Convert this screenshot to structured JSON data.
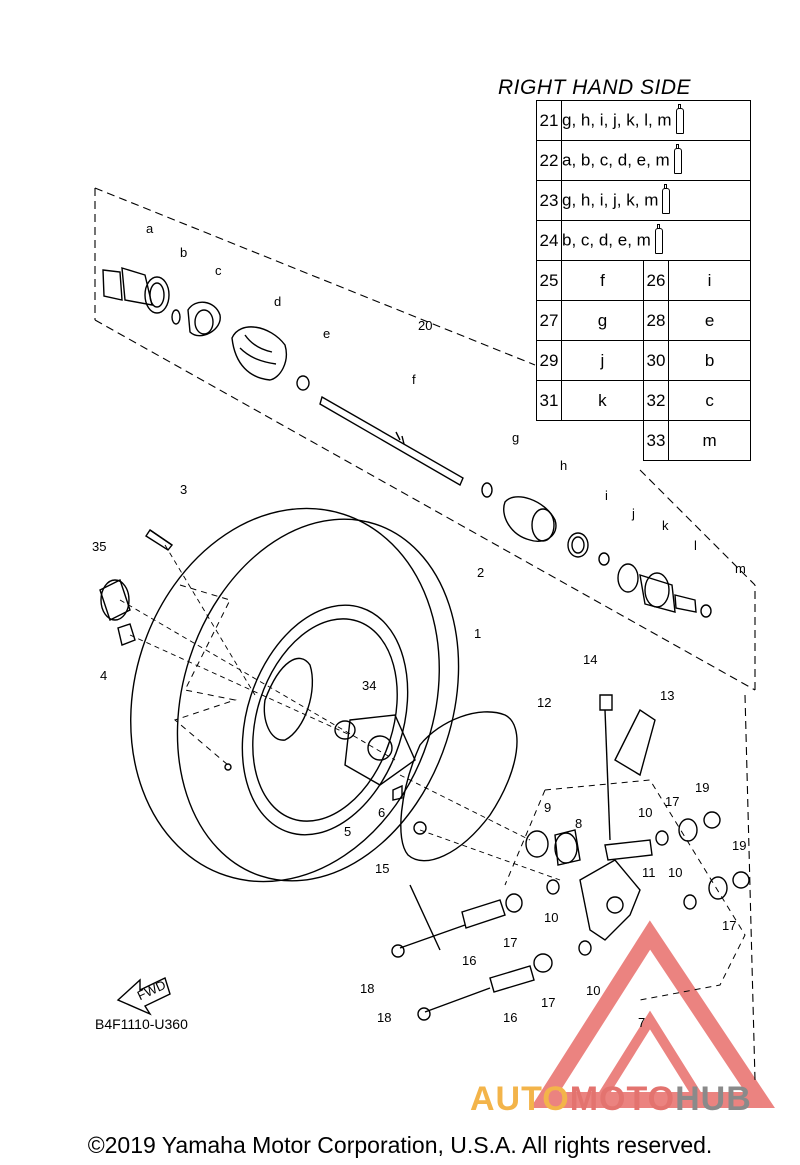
{
  "table": {
    "title": "RIGHT HAND SIDE",
    "long_rows": [
      {
        "num": "21",
        "letters": "g, h, i, j, k, l, m"
      },
      {
        "num": "22",
        "letters": "a, b, c, d, e, m"
      },
      {
        "num": "23",
        "letters": "g, h, i, j, k, m"
      },
      {
        "num": "24",
        "letters": "b, c, d, e, m"
      }
    ],
    "pair_rows": [
      {
        "n1": "25",
        "v1": "f",
        "n2": "26",
        "v2": "i"
      },
      {
        "n1": "27",
        "v1": "g",
        "n2": "28",
        "v2": "e"
      },
      {
        "n1": "29",
        "v1": "j",
        "n2": "30",
        "v2": "b"
      },
      {
        "n1": "31",
        "v1": "k",
        "n2": "32",
        "v2": "c"
      }
    ],
    "last_row": {
      "n": "33",
      "v": "m"
    }
  },
  "callouts": {
    "a": "a",
    "b": "b",
    "c": "c",
    "d": "d",
    "e": "e",
    "f": "f",
    "g": "g",
    "h": "h",
    "i": "i",
    "j": "j",
    "k": "k",
    "l": "l",
    "m": "m",
    "n20": "20",
    "n3": "3",
    "n35": "35",
    "n2": "2",
    "n1": "1",
    "n4": "4",
    "n34": "34",
    "n6": "6",
    "n5": "5",
    "n12": "12",
    "n14": "14",
    "n13": "13",
    "n9": "9",
    "n8": "8",
    "n10a": "10",
    "n17a": "17",
    "n19a": "19",
    "n15": "15",
    "n11": "11",
    "n10b": "10",
    "n19b": "19",
    "n17b": "17",
    "n10c": "10",
    "n17c": "17",
    "n16a": "16",
    "n18a": "18",
    "n10d": "10",
    "n17d": "17",
    "n7": "7",
    "n18b": "18",
    "n16b": "16",
    "fwd": "FWD"
  },
  "diagram_code": "B4F1110-U360",
  "watermark": {
    "part1": "AUTO",
    "part2": "MOTO",
    "part3": "HUB"
  },
  "copyright": "©2019 Yamaha Motor Corporation, U.S.A. All rights reserved.",
  "colors": {
    "line": "#000000",
    "watermark_red": "#e55a56",
    "watermark_orange": "#f3b44a",
    "watermark_gray": "#8a8a8a"
  }
}
